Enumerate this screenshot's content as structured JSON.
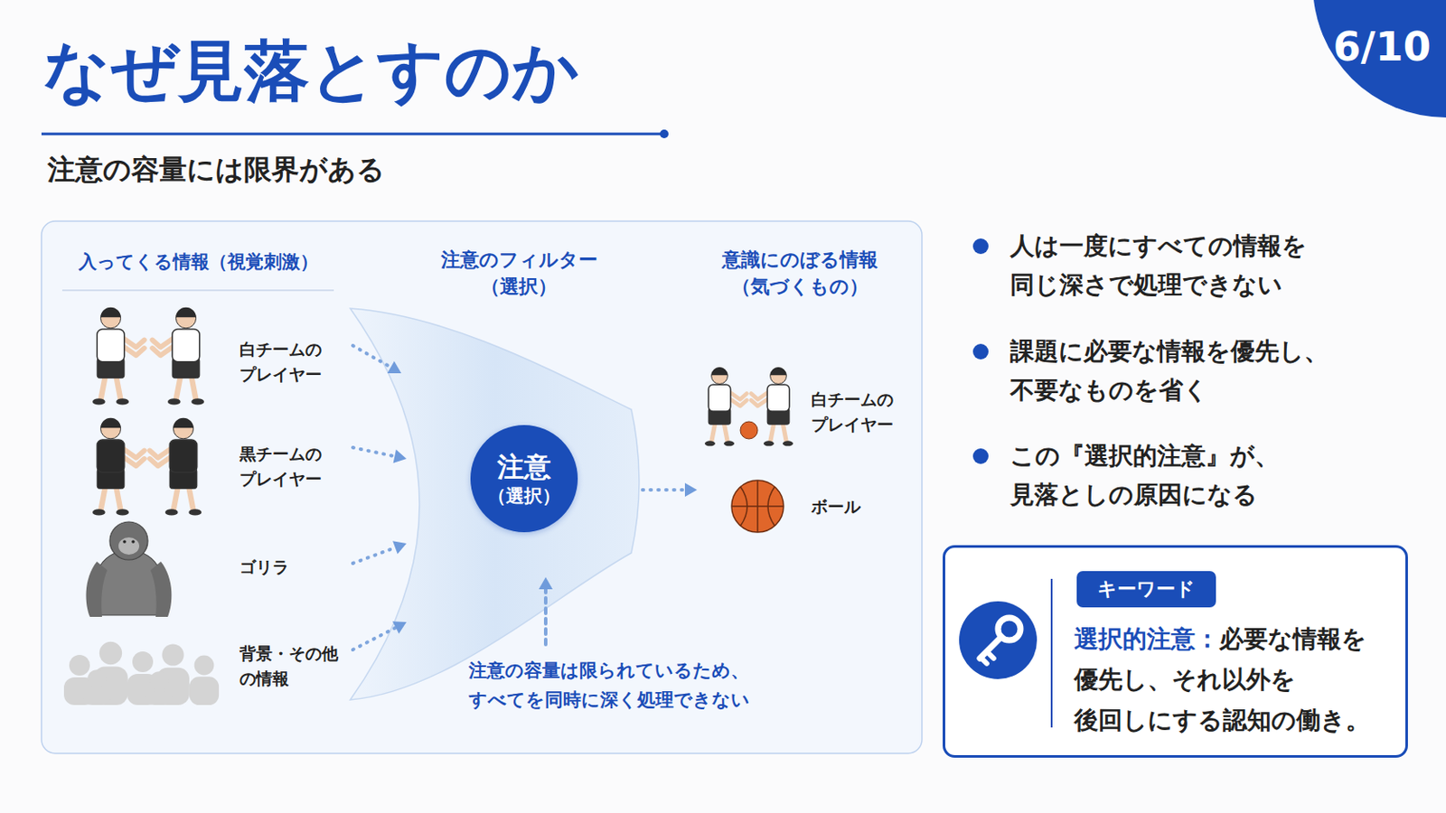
{
  "diagram": {
    "title": "なぜ見落とすのか",
    "nodes": [
      {
        "text": [
          "6/10"
        ]
      },
      {
        "text": [
          "注意",
          "（選択）"
        ]
      },
      {
        "text": [
          "選択的注意：",
          "必要な情報を 優先し、それ以外を 後回しにする認知の働き。"
        ]
      },
      {
        "text": [
          "キーワード"
        ],
        "in": 2
      }
    ],
    "labels": [
      "注意の容量には限界がある",
      "入ってくる情報（視覚刺激）",
      "注意のフィルター （選択）",
      "意識にのぼる情報 （気づくもの）",
      "白チームの プレイヤー",
      "黒チームの プレイヤー",
      "ゴリラ",
      "背景・その他 の情報",
      "白チームの プレイヤー",
      "ボール",
      "注意の容量は限られているため、 すべてを同時に深く処理できない",
      "人は一度にすべての情報を 同じ深さで処理できない",
      "課題に必要な情報を優先し、 不要なものを省く",
      "この『選択的注意』が、 見落としの原因になる"
    ]
  }
}
